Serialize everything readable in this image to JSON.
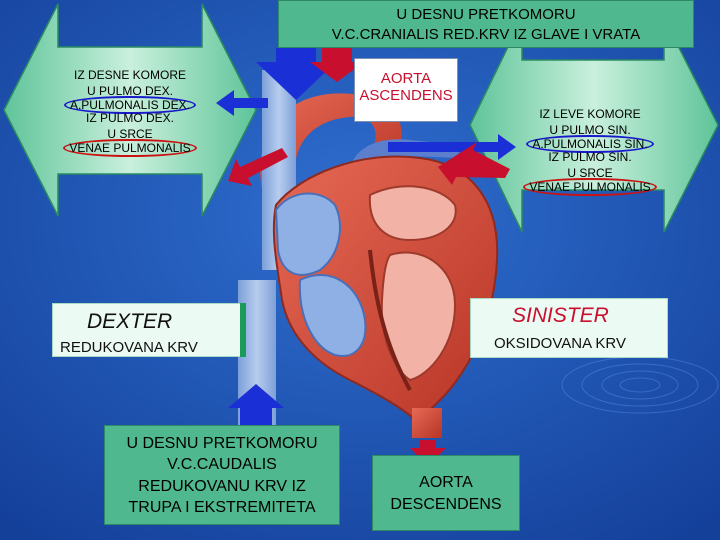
{
  "top_box": {
    "line1": "U DESNU PRETKOMORU",
    "line2": "V.C.CRANIALIS  RED.KRV IZ GLAVE I VRATA"
  },
  "aorta_asc": {
    "line1": "AORTA",
    "line2": "ASCENDENS"
  },
  "left_arrow": {
    "lines": [
      "IZ DESNE KOMORE",
      "U PULMO DEX.",
      "A.PULMONALIS DEX.",
      "IZ PULMO DEX.",
      "U SRCE",
      "VENAE PULMONALIS"
    ]
  },
  "right_arrow": {
    "lines": [
      "IZ LEVE KOMORE",
      "U PULMO SIN.",
      "A.PULMONALIS SIN.",
      "IZ PULMO SIN.",
      "U SRCE",
      "VENAE PULMONALIS"
    ]
  },
  "dexter": {
    "title": "DEXTER",
    "sub": "REDUKOVANA KRV"
  },
  "sinister": {
    "title": "SINISTER",
    "sub": "OKSIDOVANA KRV"
  },
  "bottom_left": {
    "lines": [
      "U DESNU PRETKOMORU",
      "V.C.CAUDALIS",
      "REDUKOVANU KRV IZ",
      "TRUPA I EKSTREMITETA"
    ]
  },
  "aorta_desc": {
    "line1": "AORTA",
    "line2": "DESCENDENS"
  },
  "colors": {
    "background": "#1f55b8",
    "green_box": "#4fb88e",
    "blood_red": "#c8102e",
    "vein_blue": "#1a2fd6",
    "heart": "#d34a3a"
  }
}
